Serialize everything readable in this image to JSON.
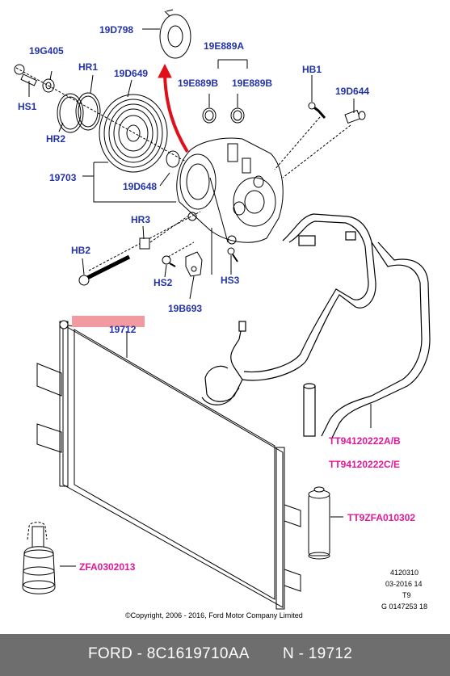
{
  "labels": {
    "19D798": "19D798",
    "19E889A": "19E889A",
    "19G405": "19G405",
    "HR1": "HR1",
    "19D649": "19D649",
    "19E889B_1": "19E889B",
    "19E889B_2": "19E889B",
    "HB1": "HB1",
    "HS1": "HS1",
    "19D644": "19D644",
    "HR2": "HR2",
    "19703": "19703",
    "19D648": "19D648",
    "HR3": "HR3",
    "HB2": "HB2",
    "HS2": "HS2",
    "HS3": "HS3",
    "19B693": "19B693",
    "19712": "19712",
    "TT94120222AB": "TT94120222A/B",
    "TT94120222CE": "TT94120222C/E",
    "TT9ZFA010302": "TT9ZFA010302",
    "ZFA0302013": "ZFA0302013"
  },
  "meta": {
    "line1": "4120310",
    "line2": "03-2016 14",
    "line3": "T9",
    "line4": "G 0147253 18",
    "copyright": "©Copyright, 2006 - 2016, Ford Motor Company Limited"
  },
  "footer": {
    "brand": "FORD - 8C1619710AA",
    "ref": "N - 19712"
  },
  "colors": {
    "label": "#2233aa",
    "label_alt": "#e0189a",
    "arrow": "#e0101a",
    "highlight": "#f39aa0",
    "footer_bg": "#6e6e6e"
  }
}
